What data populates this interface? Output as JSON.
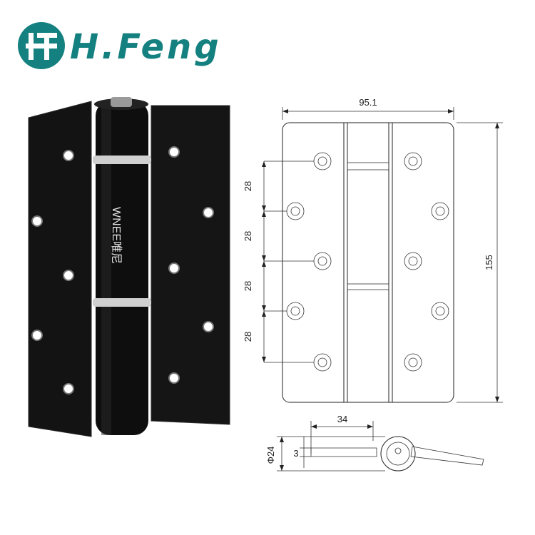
{
  "brand": {
    "name": "H.Feng",
    "color": "#14807f"
  },
  "product": {
    "barrel_marking": "WNEE唯尼",
    "color": "#111111"
  },
  "dimensions": {
    "width": "95.1",
    "height": "155",
    "spacing_1": "28",
    "spacing_2": "28",
    "spacing_3": "28",
    "spacing_4": "28",
    "plan_width": "34",
    "plan_diameter": "Φ24",
    "plan_thickness": "3"
  }
}
